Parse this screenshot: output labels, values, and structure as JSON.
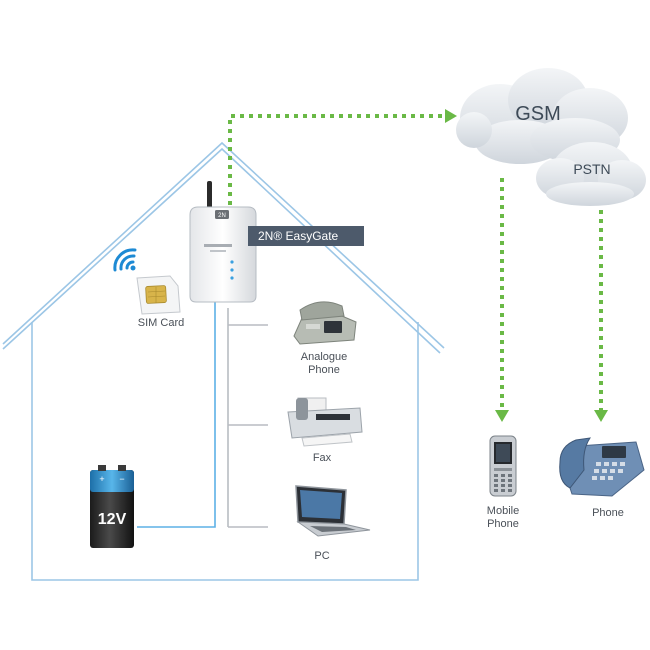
{
  "device": {
    "name": "2N® EasyGate"
  },
  "clouds": {
    "gsm": "GSM",
    "pstn": "PSTN"
  },
  "labels": {
    "sim_card": "SIM Card",
    "analogue_phone": "Analogue Phone",
    "fax": "Fax",
    "pc": "PC",
    "battery": "12V",
    "mobile_phone": "Mobile Phone",
    "phone": "Phone"
  },
  "colors": {
    "house_line": "#9cc6e6",
    "wire": "#5db0e6",
    "branch": "#b8bcc2",
    "signal": "#6ab946",
    "cloud": "#dfe3e8",
    "label_bg": "#4d5a6b"
  }
}
